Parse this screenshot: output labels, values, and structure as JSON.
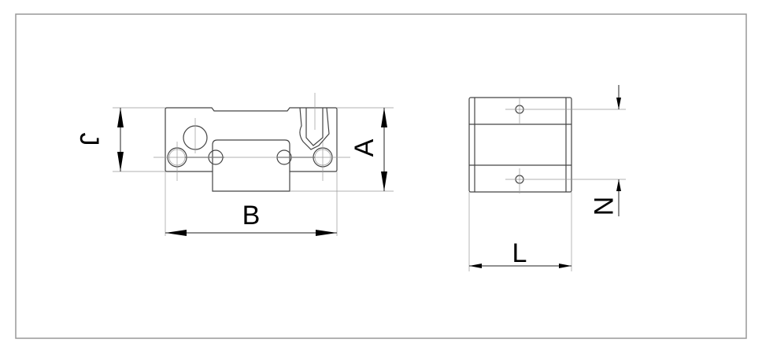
{
  "drawing": {
    "front_view": {
      "dimensions": {
        "height_total": "A",
        "width": "B",
        "height_block": "J"
      }
    },
    "side_view": {
      "dimensions": {
        "length": "L",
        "hole_spacing": "N"
      }
    }
  }
}
